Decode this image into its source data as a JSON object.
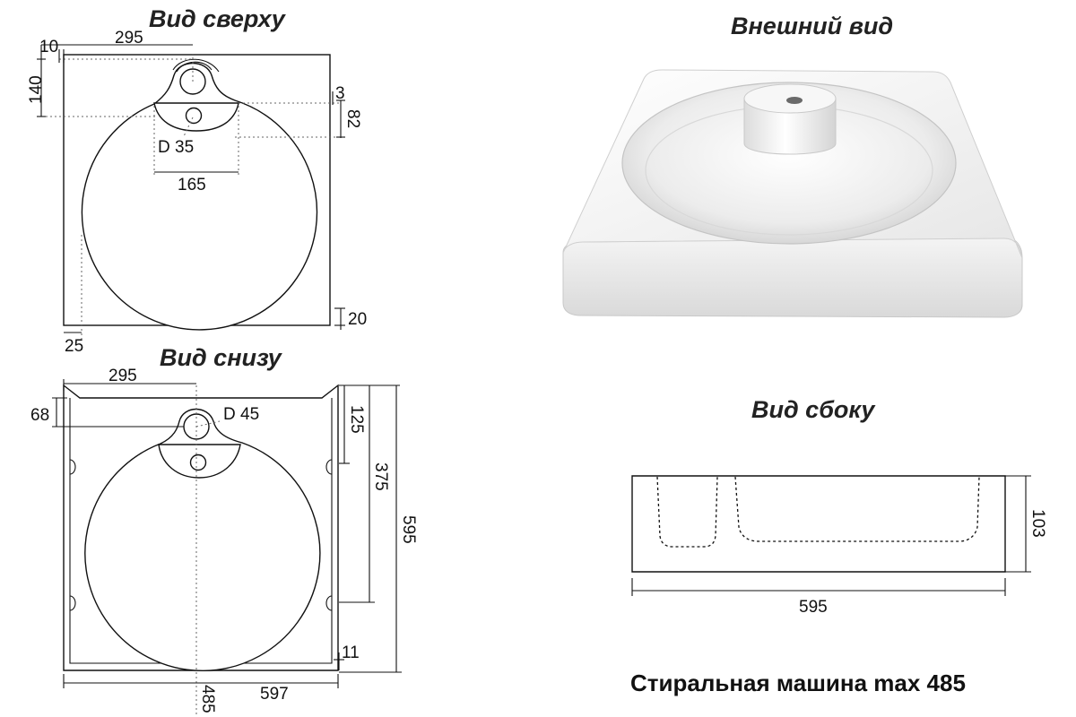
{
  "titles": {
    "top_view": "Вид сверху",
    "exterior_view": "Внешний вид",
    "bottom_view": "Вид снизу",
    "side_view": "Вид сбоку"
  },
  "top_view_dims": {
    "d10": "10",
    "d295": "295",
    "d140": "140",
    "d3": "3",
    "d82": "82",
    "d35": "D 35",
    "d165": "165",
    "d20": "20",
    "d25": "25"
  },
  "bottom_view_dims": {
    "d295": "295",
    "d68": "68",
    "d45": "D 45",
    "d125": "125",
    "d375": "375",
    "d595": "595",
    "d11": "11",
    "d597": "597",
    "d485": "485"
  },
  "side_view_dims": {
    "d103": "103",
    "d595": "595"
  },
  "caption": "Стиральная машина max 485"
}
